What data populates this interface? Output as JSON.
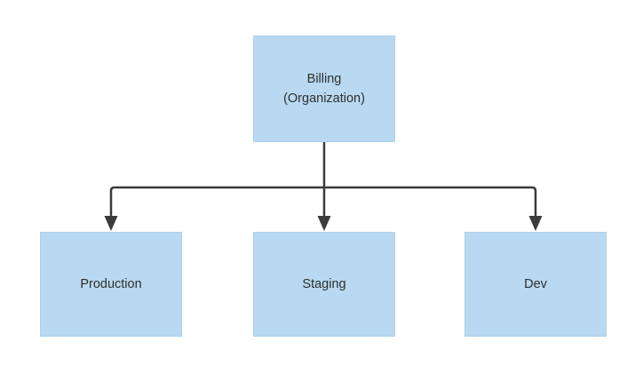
{
  "colors": {
    "background": "#ffffff",
    "node_fill": "#b8d9f1",
    "node_border": "#aed2ec",
    "text_color": "#2e2e2e",
    "connector_color": "#3b3b3b"
  },
  "diagram": {
    "type": "tree",
    "root": {
      "label": "Billing\n(Organization)"
    },
    "children": [
      {
        "label": "Production"
      },
      {
        "label": "Staging"
      },
      {
        "label": "Dev"
      }
    ],
    "edges": [
      {
        "from": "Billing (Organization)",
        "to": "Production",
        "arrow": "filled-triangle"
      },
      {
        "from": "Billing (Organization)",
        "to": "Staging",
        "arrow": "filled-triangle"
      },
      {
        "from": "Billing (Organization)",
        "to": "Dev",
        "arrow": "filled-triangle"
      }
    ]
  }
}
